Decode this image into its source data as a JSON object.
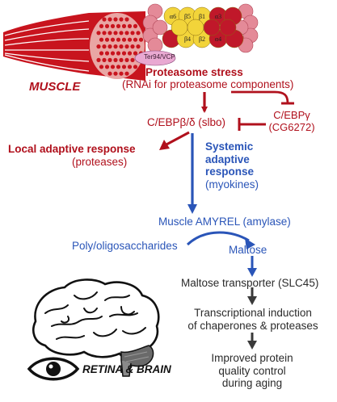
{
  "labels": {
    "muscle": "MUSCLE",
    "proteasome_stress_title": "Proteasome stress",
    "proteasome_stress_sub": "(RNAi for proteasome components)",
    "ter94": "Ter94/VCP",
    "cebp_bd": "C/EBPβ/δ (slbo)",
    "cebp_g_line1": "C/EBPγ",
    "cebp_g_line2": "(CG6272)",
    "local_title": "Local adaptive response",
    "local_sub": "(proteases)",
    "systemic_line1": "Systemic",
    "systemic_line2": "adaptive",
    "systemic_line3": "response",
    "systemic_sub": "(myokines)",
    "amyrel": "Muscle AMYREL (amylase)",
    "poly": "Poly/oligosaccharides",
    "maltose": "Maltose",
    "transporter": "Maltose transporter (SLC45)",
    "induction_line1": "Transcriptional induction",
    "induction_line2": "of chaperones & proteases",
    "improved_line1": "Improved protein",
    "improved_line2": "quality control",
    "improved_line3": "during aging",
    "retina_brain": "RETINA & BRAIN"
  },
  "subunits": {
    "top_row": [
      "α6",
      "β5",
      "β1",
      "α3"
    ],
    "bottom_row": [
      "β4",
      "β2",
      "α4"
    ]
  },
  "colors": {
    "red": "#b0101c",
    "blue": "#2a55b8",
    "dark": "#2b2b2b",
    "proteasome_yellow": "#f2d43a",
    "proteasome_red": "#c0182a",
    "proteasome_pink": "#e48a98",
    "ter94_fill": "#e9a9d2"
  },
  "icons": [
    "muscle-fiber-icon",
    "proteasome-icon",
    "brain-icon",
    "eye-icon"
  ]
}
